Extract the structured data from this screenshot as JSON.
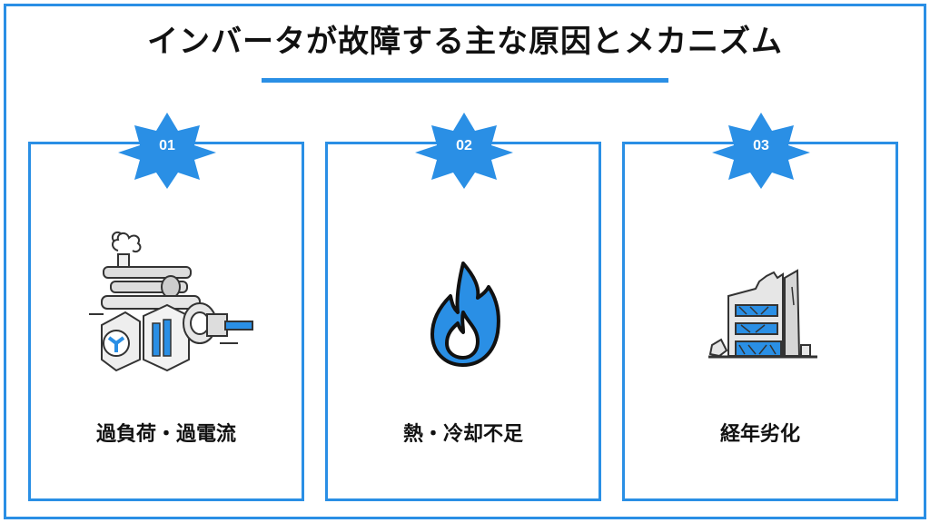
{
  "title": "インバータが故障する主な原因とメカニズム",
  "accent_color": "#2a8fe5",
  "cards": [
    {
      "number": "01",
      "label": "過負荷・過電流",
      "icon": "machine-icon"
    },
    {
      "number": "02",
      "label": "熱・冷却不足",
      "icon": "flame-icon"
    },
    {
      "number": "03",
      "label": "経年劣化",
      "icon": "damaged-building-icon"
    }
  ]
}
